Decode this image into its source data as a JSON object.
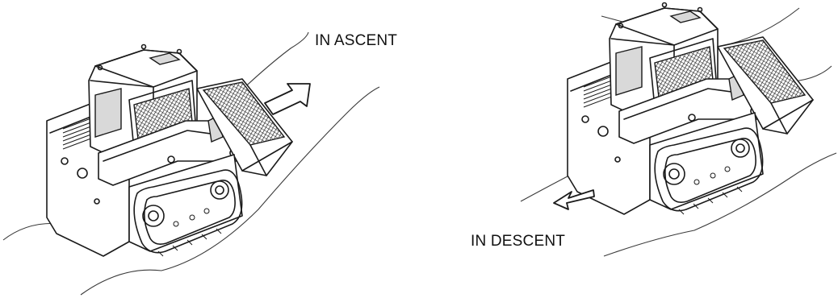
{
  "labels": {
    "ascent": "IN ASCENT",
    "descent": "IN DESCENT"
  },
  "figures": [
    {
      "name": "loader-ascent",
      "direction": "uphill"
    },
    {
      "name": "loader-descent",
      "direction": "downhill"
    }
  ],
  "colors": {
    "line": "#1a1a1a",
    "background": "#ffffff"
  }
}
